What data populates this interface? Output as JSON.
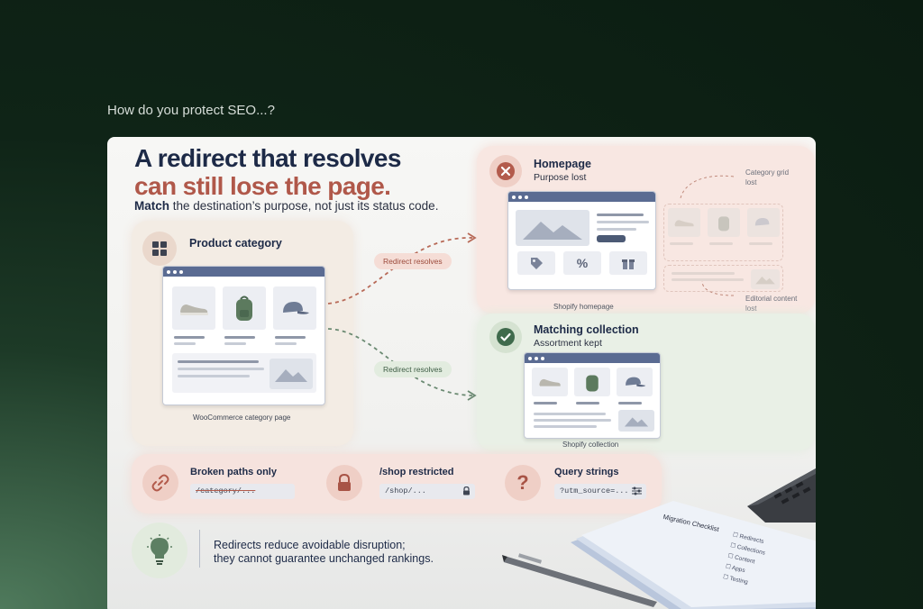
{
  "question": "How do you protect SEO...?",
  "headline": {
    "line1": "A redirect that resolves",
    "line2": "can still lose the page.",
    "sub_bold": "Match",
    "sub_rest": " the destination’s purpose, not just its status code."
  },
  "product": {
    "title": "Product category",
    "caption": "WooCommerce category page",
    "icon": "grid-icon"
  },
  "redirect_pills": [
    "Redirect resolves",
    "Redirect resolves"
  ],
  "homepage": {
    "title": "Homepage",
    "subtitle": "Purpose lost",
    "caption": "Shopify homepage",
    "note_top": "Category grid\nlost",
    "note_bottom": "Editorial content\nlost",
    "icon": "x-circle-icon"
  },
  "collection": {
    "title": "Matching collection",
    "subtitle": "Assortment kept",
    "caption": "Shopify collection",
    "icon": "check-circle-icon"
  },
  "issues": [
    {
      "title": "Broken paths only",
      "field": "/category/...",
      "icon": "link-icon"
    },
    {
      "title": "/shop restricted",
      "field": "/shop/...",
      "icon": "lock-icon"
    },
    {
      "title": "Query strings",
      "field": "?utm_source=...",
      "icon": "question-icon"
    }
  ],
  "conclusion": {
    "line1": "Redirects reduce avoidable disruption;",
    "line2": "they cannot guarantee unchanged rankings.",
    "icon": "lightbulb-icon"
  },
  "checklist": {
    "title": "Migration Checklist",
    "items": [
      "Redirects",
      "Collections",
      "Content",
      "Apps",
      "Testing"
    ]
  },
  "colors": {
    "navy": "#1d2a47",
    "brick": "#b0584a",
    "green": "#3f6a4c",
    "background": "#0f2417"
  }
}
